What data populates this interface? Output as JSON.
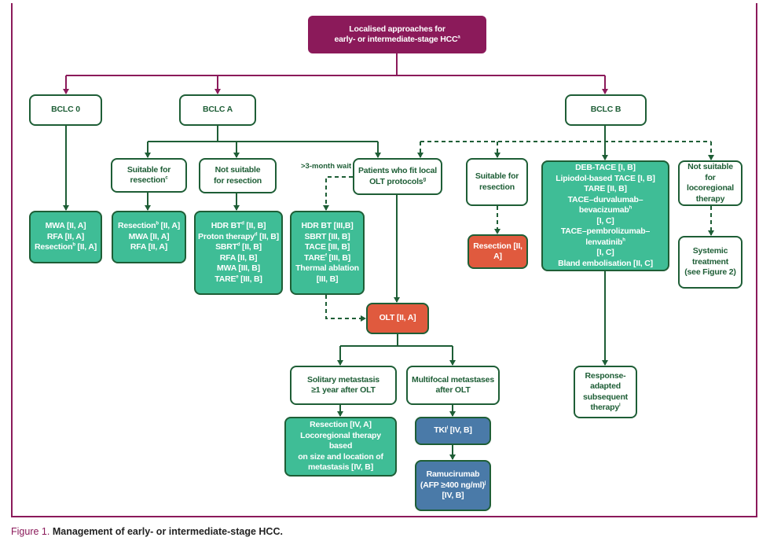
{
  "colors": {
    "title": "#8b1a5a",
    "dark_green": "#1e5e36",
    "teal": "#3fbd96",
    "red": "#e05a3e",
    "blue": "#4a7aa8"
  },
  "boxes": [
    {
      "id": "title",
      "style": "title",
      "lines": [
        [
          "Localised approaches for"
        ],
        [
          "early- or intermediate-stage HCC",
          "a"
        ]
      ]
    },
    {
      "id": "bclc0",
      "style": "",
      "lines": [
        [
          "BCLC 0"
        ]
      ]
    },
    {
      "id": "bclca",
      "style": "",
      "lines": [
        [
          "BCLC A"
        ]
      ]
    },
    {
      "id": "bclcb",
      "style": "",
      "lines": [
        [
          "BCLC B"
        ]
      ]
    },
    {
      "id": "suitA",
      "style": "",
      "lines": [
        [
          "Suitable for"
        ],
        [
          "resection",
          "c"
        ]
      ]
    },
    {
      "id": "notsuitA",
      "style": "",
      "lines": [
        [
          "Not suitable"
        ],
        [
          "for resection"
        ]
      ]
    },
    {
      "id": "olt_fit",
      "style": "",
      "lines": [
        [
          "Patients who fit local"
        ],
        [
          "OLT protocols",
          "g"
        ]
      ]
    },
    {
      "id": "suitB",
      "style": "",
      "lines": [
        [
          "Suitable for"
        ],
        [
          "resection"
        ]
      ]
    },
    {
      "id": "notlocB",
      "style": "",
      "lines": [
        [
          "Not suitable for"
        ],
        [
          "locoregional"
        ],
        [
          "therapy"
        ]
      ]
    },
    {
      "id": "t0",
      "style": "teal",
      "lines": [
        [
          "MWA [II, A]"
        ],
        [
          "RFA [II, A]"
        ],
        [
          "Resection",
          "b",
          " [II, A]"
        ]
      ]
    },
    {
      "id": "tA1",
      "style": "teal",
      "lines": [
        [
          "Resection",
          "b",
          " [II, A]"
        ],
        [
          "MWA [II, A]"
        ],
        [
          "RFA [II, A]"
        ]
      ]
    },
    {
      "id": "tA2",
      "style": "teal",
      "lines": [
        [
          "HDR BT",
          "d",
          " [II, B]"
        ],
        [
          "Proton therapy",
          "d",
          " [II, B]"
        ],
        [
          "SBRT",
          "d",
          " [II, B]"
        ],
        [
          "RFA [II, B]"
        ],
        [
          "MWA [III, B]"
        ],
        [
          "TARE",
          "e",
          " [III, B]"
        ]
      ]
    },
    {
      "id": "bridge",
      "style": "teal",
      "lines": [
        [
          "HDR BT [III,B]"
        ],
        [
          "SBRT [III, B]"
        ],
        [
          "TACE [III, B]"
        ],
        [
          "TARE",
          "f",
          " [III, B]"
        ],
        [
          "Thermal ablation"
        ],
        [
          "[III, B]"
        ]
      ]
    },
    {
      "id": "resB",
      "style": "red",
      "lines": [
        [
          "Resection [II, A]"
        ]
      ]
    },
    {
      "id": "tB",
      "style": "teal",
      "lines": [
        [
          "DEB-TACE [I, B]"
        ],
        [
          "Lipiodol-based TACE [I, B]"
        ],
        [
          "TARE [II, B]"
        ],
        [
          "TACE–durvalumab–bevacizumab",
          "h"
        ],
        [
          "[I, C]"
        ],
        [
          "TACE–pembrolizumab–lenvatinib",
          "h"
        ],
        [
          "[I, C]"
        ],
        [
          "Bland embolisation [II, C]"
        ]
      ]
    },
    {
      "id": "systemic",
      "style": "",
      "lines": [
        [
          "Systemic"
        ],
        [
          "treatment"
        ],
        [
          "(see Figure 2)"
        ]
      ]
    },
    {
      "id": "olt",
      "style": "red",
      "lines": [
        [
          "OLT [II, A]"
        ]
      ]
    },
    {
      "id": "solitary",
      "style": "",
      "lines": [
        [
          "Solitary metastasis"
        ],
        [
          "≥1 year after OLT"
        ]
      ]
    },
    {
      "id": "multi",
      "style": "",
      "lines": [
        [
          "Multifocal metastases"
        ],
        [
          "after OLT"
        ]
      ]
    },
    {
      "id": "response",
      "style": "",
      "lines": [
        [
          "Response-"
        ],
        [
          "adapted"
        ],
        [
          "subsequent"
        ],
        [
          "therapy",
          "i"
        ]
      ]
    },
    {
      "id": "resIV",
      "style": "teal",
      "lines": [
        [
          "Resection [IV, A]"
        ],
        [
          "Locoregional therapy based"
        ],
        [
          "on size and location of"
        ],
        [
          "metastasis [IV, B]"
        ]
      ]
    },
    {
      "id": "tki",
      "style": "blue",
      "lines": [
        [
          "TKI",
          "i",
          " [IV, B]"
        ]
      ]
    },
    {
      "id": "ramu",
      "style": "blue",
      "lines": [
        [
          "Ramucirumab"
        ],
        [
          "(AFP ≥400 ng/ml)",
          "j"
        ],
        [
          "[IV, B]"
        ]
      ]
    }
  ],
  "wait_label": ">3-month wait",
  "caption": {
    "figure": "Figure 1.",
    "text": "Management of early- or intermediate-stage HCC."
  }
}
